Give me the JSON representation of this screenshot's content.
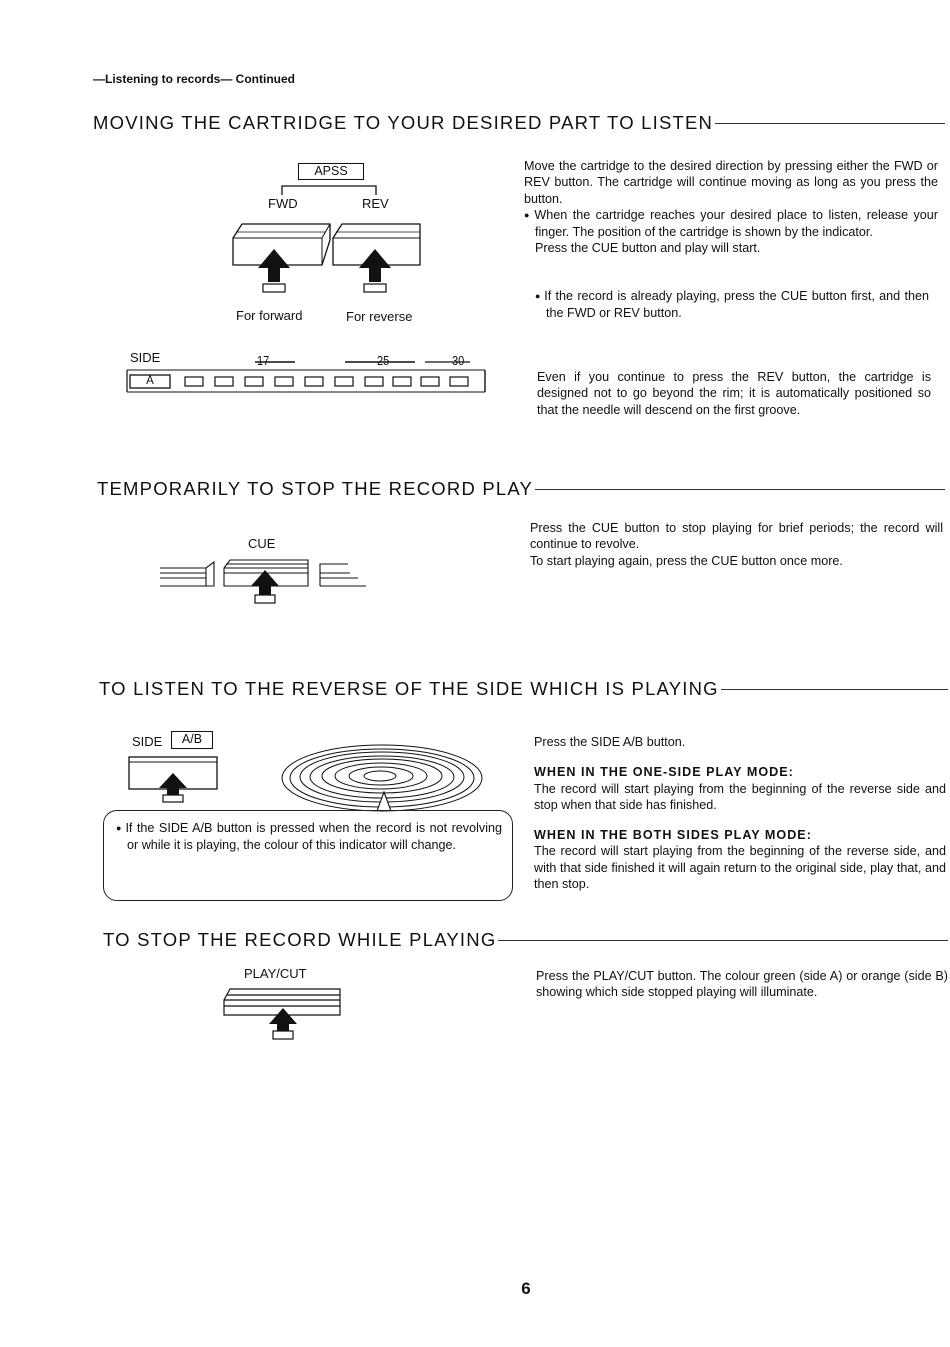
{
  "running_header": "—Listening to records— Continued",
  "page_number": "6",
  "section1": {
    "heading": "MOVING THE CARTRIDGE TO YOUR DESIRED PART TO LISTEN",
    "apss_label": "APSS",
    "fwd_label": "FWD",
    "rev_label": "REV",
    "for_forward": "For forward",
    "for_reverse": "For reverse",
    "para1": "Move the cartridge to the desired direction by pressing either the FWD or REV button. The cartridge will continue moving as long as you press the button.",
    "bullet1": "When the cartridge reaches your desired place to listen, release your finger. The position of the cartridge is shown by the indicator.",
    "para2": "Press the CUE button and play will start.",
    "bullet2": "If the record is already playing, press the CUE button first, and then the FWD or REV button.",
    "side_label": "SIDE",
    "side_value": "A",
    "scale_17": "17",
    "scale_25": "25",
    "scale_30": "30",
    "para3": "Even if you continue to press the REV button, the cartridge is designed not to go beyond the rim; it is automatically positioned so that the needle will descend on the first groove."
  },
  "section2": {
    "heading": "TEMPORARILY TO STOP THE RECORD PLAY",
    "cue_label": "CUE",
    "para1": "Press the CUE button to stop playing for brief periods; the record will continue to revolve.",
    "para2": "To start playing again, press the CUE button once more."
  },
  "section3": {
    "heading": "TO LISTEN TO THE REVERSE OF THE SIDE WHICH IS PLAYING",
    "side_label": "SIDE",
    "side_ab": "A/B",
    "note": "If the SIDE A/B button is pressed when the record is not revolving or while it is playing, the colour of this indicator will change.",
    "para1": "Press the SIDE A/B button.",
    "one_side_title": "WHEN IN THE ONE-SIDE PLAY MODE:",
    "one_side_text": "The record will start playing from the beginning of the reverse side and stop when that side has finished.",
    "both_sides_title": "WHEN IN THE BOTH SIDES PLAY MODE:",
    "both_sides_text": "The record will start playing from the beginning of the reverse side, and with that side finished it will again return to the original side, play that, and then stop."
  },
  "section4": {
    "heading": "TO STOP THE RECORD WHILE PLAYING",
    "play_cut_label": "PLAY/CUT",
    "para1": "Press the PLAY/CUT button. The colour green (side A) or orange (side B) showing which side stopped playing will illuminate."
  }
}
